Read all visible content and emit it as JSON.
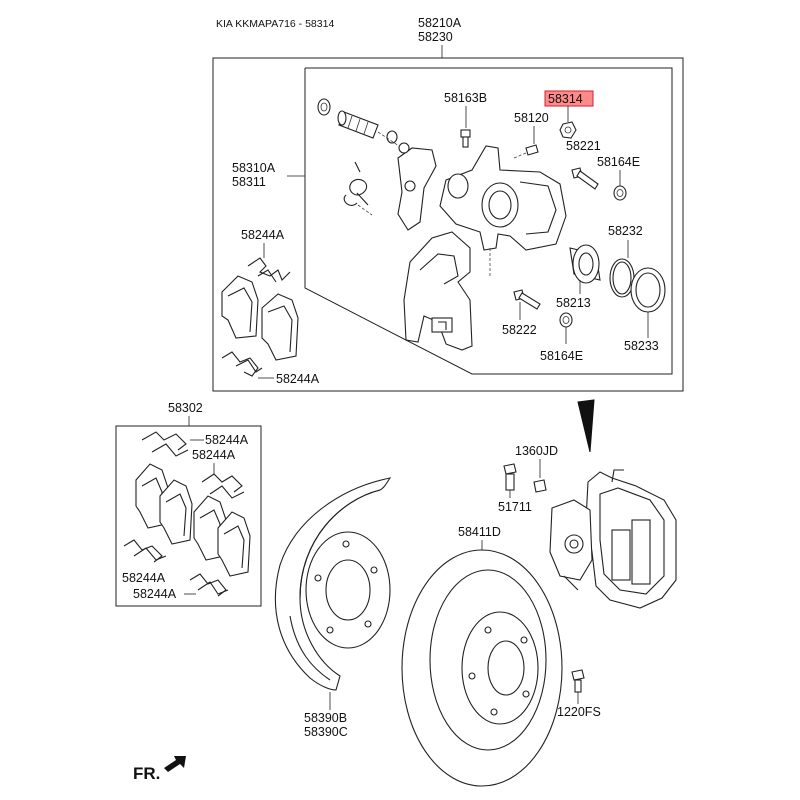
{
  "header": {
    "title": "KIA KKMAPA716 - 58314"
  },
  "highlight_color": "#ff8a8a",
  "labels": {
    "caliper_assy_a": "58210A",
    "caliper_assy_b": "58230",
    "caliper_body_a": "58310A",
    "caliper_body_b": "58311",
    "pad_clip_upper": "58244A",
    "pad_clip_lower": "58244A",
    "guide_rod_bolt": "58163B",
    "highlighted_part": "58314",
    "bleeder_screw": "58120",
    "bleeder_cap": "58221",
    "boot_upper": "58164E",
    "piston_seal": "58232",
    "piston": "58213",
    "carrier_bolt": "58222",
    "boot_lower": "58164E",
    "dust_boot": "58233",
    "pad_kit": "58302",
    "kit_clip_1": "58244A",
    "kit_clip_2": "58244A",
    "kit_clip_3": "58244A",
    "kit_clip_4": "58244A",
    "mount_bolt_nut": "1360JD",
    "mount_bolt": "51711",
    "disc": "58411D",
    "backing_plate_a": "58390B",
    "backing_plate_b": "58390C",
    "disc_screw": "1220FS",
    "front_indicator": "FR."
  }
}
